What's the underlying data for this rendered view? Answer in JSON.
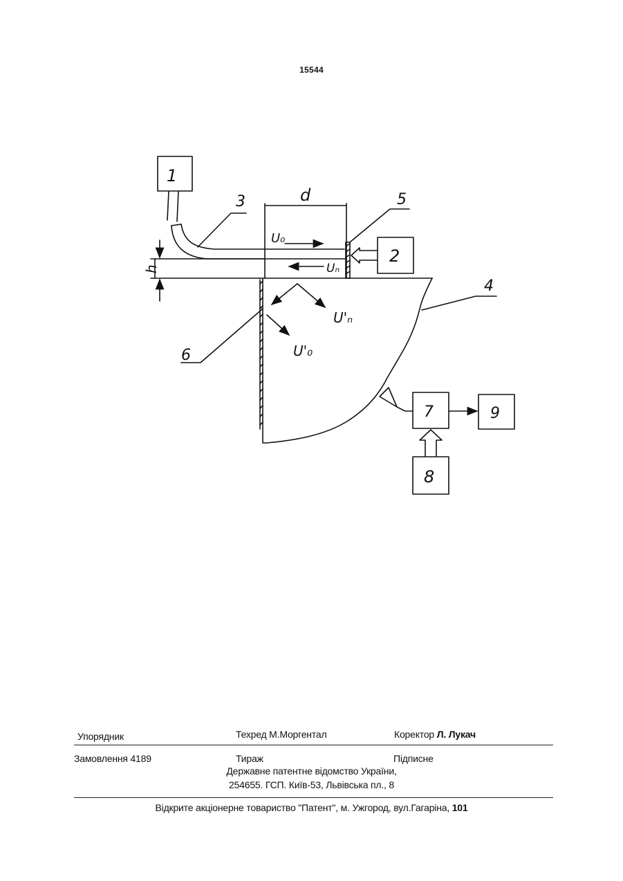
{
  "page_number": "15544",
  "figure": {
    "labels": {
      "block_1": "1",
      "block_2": "2",
      "callout_3": "3",
      "callout_4": "4",
      "callout_5": "5",
      "callout_6": "6",
      "block_7": "7",
      "block_8": "8",
      "block_9": "9",
      "dim_d": "d",
      "dim_h": "h",
      "u0": "U₀",
      "un": "Uₙ",
      "un_prime": "U'ₙ",
      "u0_prime": "U'₀"
    }
  },
  "footer": {
    "compiler_label": "Упорядник",
    "techred": "Техред М.Моргентал",
    "corrector_label": "Коректор",
    "corrector_name": "Л. Лукач",
    "order": "Замовлення 4189",
    "circulation": "Тираж",
    "subscription": "Підписне",
    "office_line1": "Державне патентне відомство України,",
    "office_line2": "254655. ГСП. Київ-53, Львівська пл., 8",
    "publisher": "Відкрите акціонерне товариство \"Патент\", м. Ужгород, вул.Гагаріна,",
    "publisher_number": "101"
  }
}
